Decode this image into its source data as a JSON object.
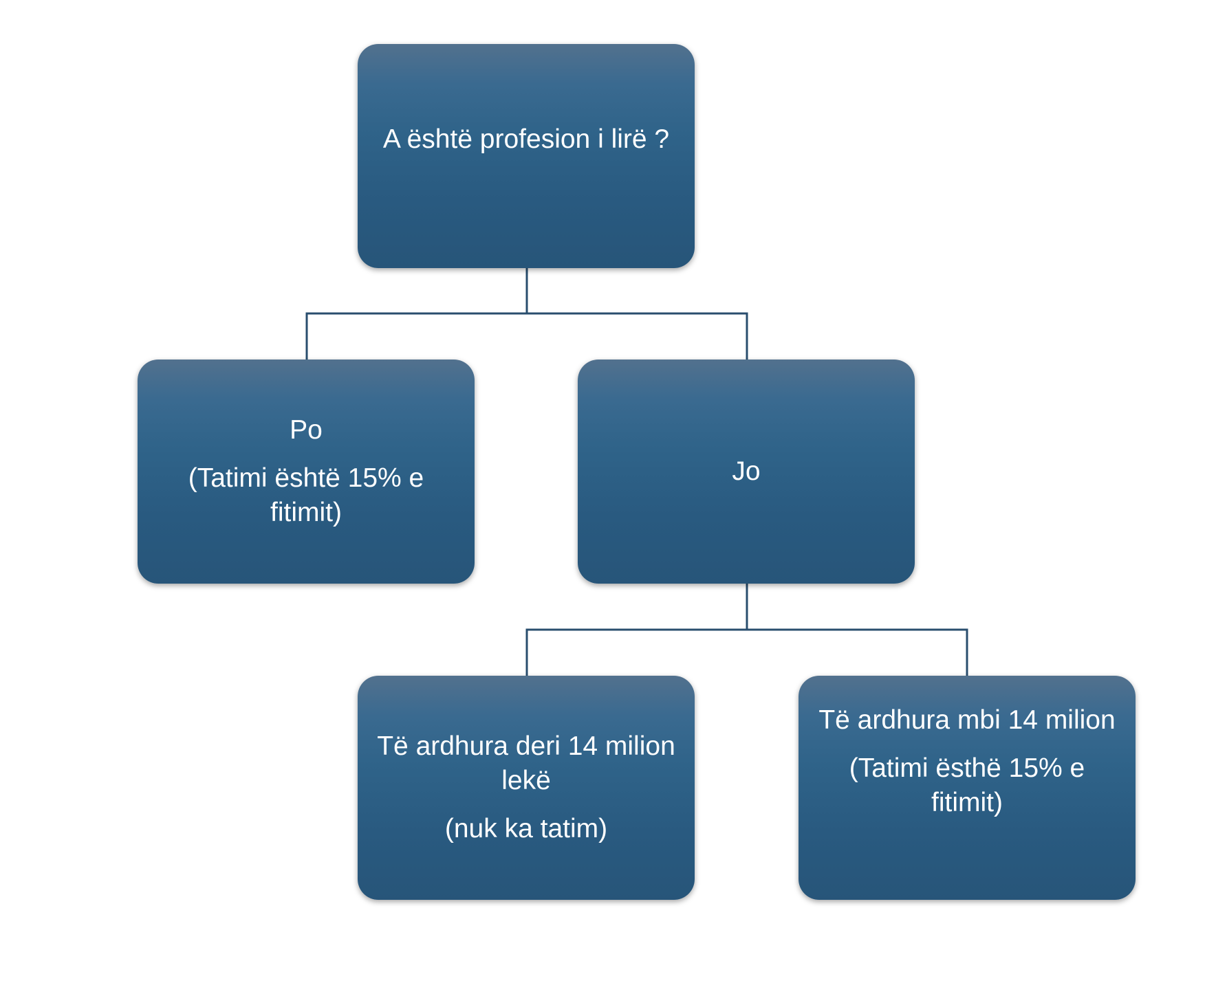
{
  "diagram": {
    "colors": {
      "node_fill_top": "#52718e",
      "node_fill_bottom": "#275579",
      "connector": "#294e6e",
      "text": "#ffffff"
    },
    "nodes": {
      "root": {
        "lines": [
          "A është profesion i lirë ?"
        ]
      },
      "po": {
        "lines": [
          "Po",
          "(Tatimi është 15% e fitimit)"
        ]
      },
      "jo": {
        "lines": [
          "Jo"
        ]
      },
      "deri": {
        "lines": [
          "Të ardhura deri 14 milion lekë",
          "(nuk ka tatim)"
        ]
      },
      "mbi": {
        "lines": [
          "Të ardhura mbi 14 milion",
          "(Tatimi ësthë 15% e fitimit)"
        ]
      }
    },
    "edges": [
      {
        "from": "root",
        "to": "po"
      },
      {
        "from": "root",
        "to": "jo"
      },
      {
        "from": "jo",
        "to": "deri"
      },
      {
        "from": "jo",
        "to": "mbi"
      }
    ]
  }
}
